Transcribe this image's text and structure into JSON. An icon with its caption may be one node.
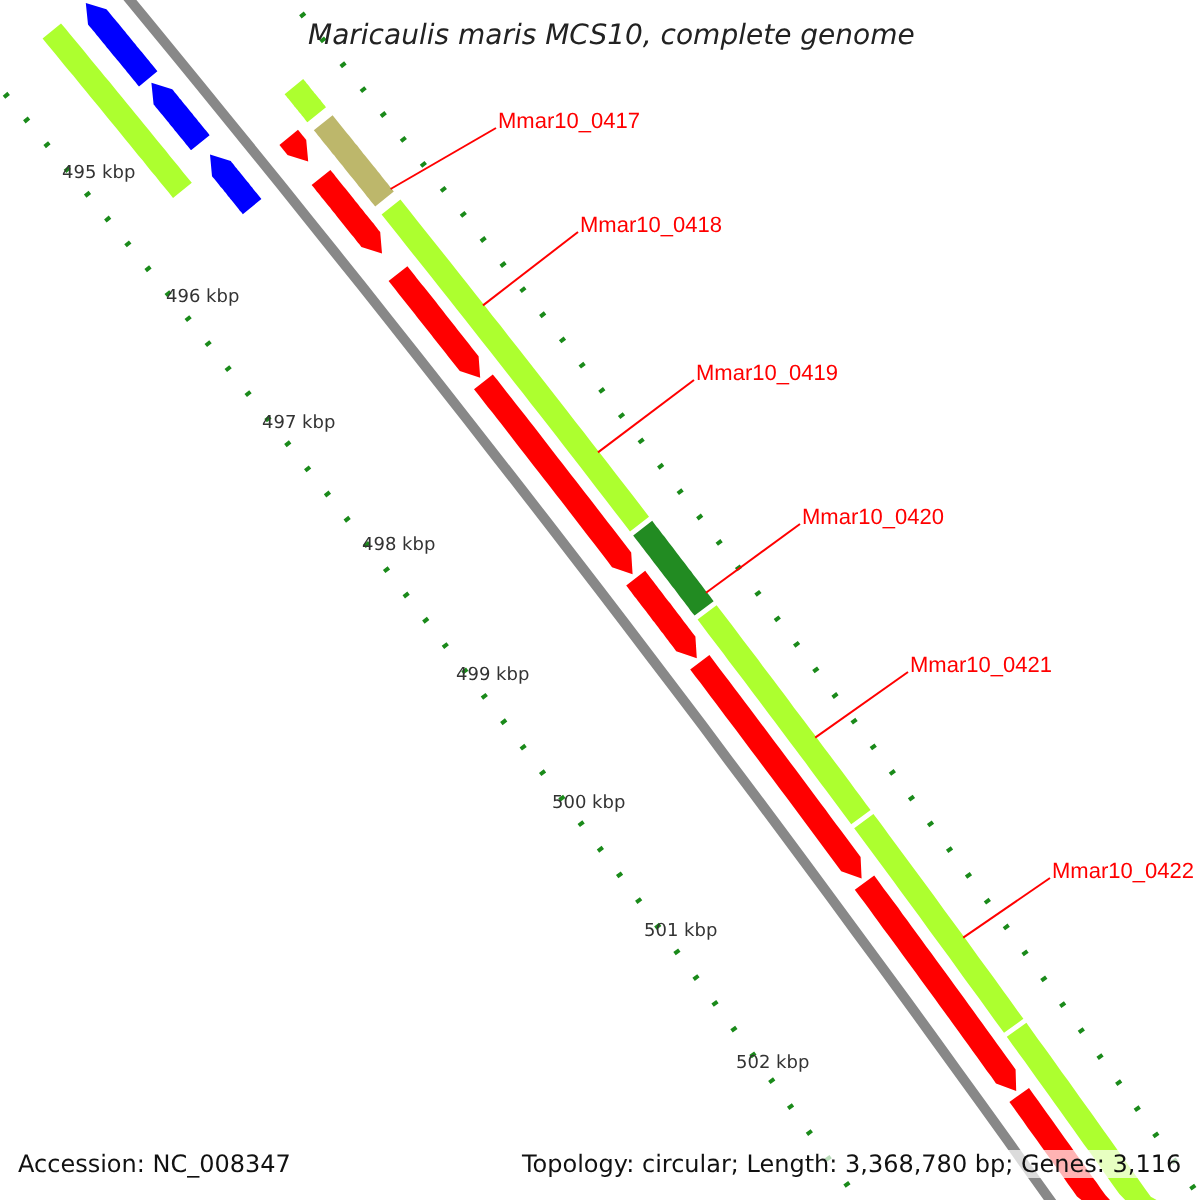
{
  "diagram": {
    "title": "Maricaulis maris MCS10, complete genome",
    "nodes": [
      {
        "text": [
          "Mmar10_0417"
        ]
      },
      {
        "text": [
          "Mmar10_0418"
        ]
      },
      {
        "text": [
          "Mmar10_0419"
        ]
      },
      {
        "text": [
          "Mmar10_0420"
        ]
      },
      {
        "text": [
          "Mmar10_0421"
        ]
      },
      {
        "text": [
          "Mmar10_0422"
        ]
      },
      {
        "text": [],
        "shape": "bar"
      },
      {
        "text": [],
        "shape": "bar"
      },
      {
        "text": [],
        "shape": "bar"
      },
      {
        "text": [],
        "shape": "bar"
      },
      {
        "text": [],
        "shape": "bar"
      }
    ],
    "edges": [
      {
        "from": 0,
        "to": 6,
        "arrow": "none"
      },
      {
        "from": 1,
        "to": 7,
        "arrow": "none"
      },
      {
        "from": 2,
        "to": 7,
        "arrow": "none"
      },
      {
        "from": 3,
        "to": 8,
        "arrow": "none"
      },
      {
        "from": 4,
        "to": 9,
        "arrow": "none"
      },
      {
        "from": 5,
        "to": 10,
        "arrow": "none"
      }
    ],
    "labels": [
      "495 kbp",
      "496 kbp",
      "497 kbp",
      "498 kbp",
      "499 kbp",
      "500 kbp",
      "501 kbp",
      "502 kbp",
      "Accession: NC_008347",
      "Topology: circular; Length: 3,368,780 bp; Genes: 3,116"
    ]
  }
}
